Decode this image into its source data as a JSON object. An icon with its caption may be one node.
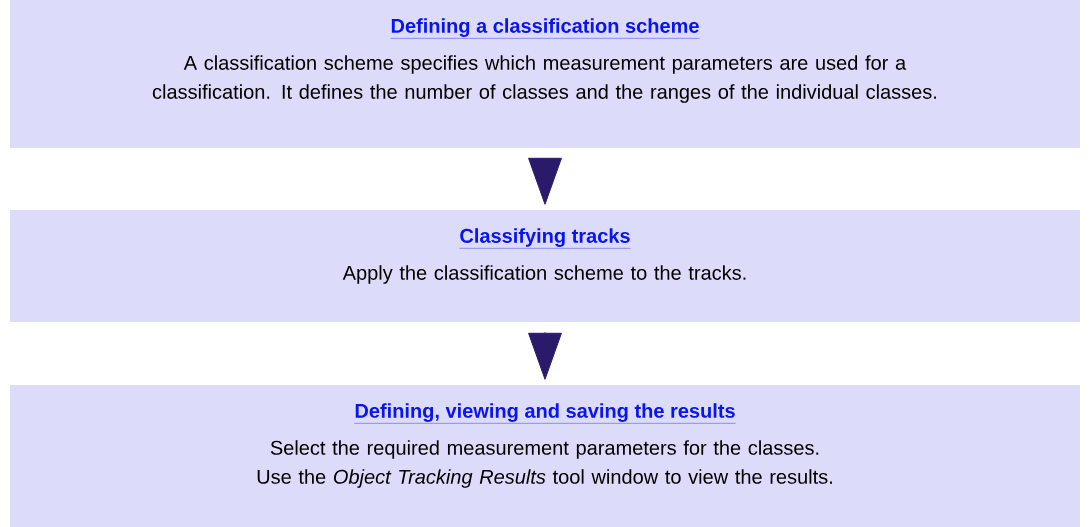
{
  "diagram": {
    "nodes": [
      {
        "text": [
          "Defining a classification scheme",
          "A classification scheme specifies which measurement parameters are used for a classification. It defines the number of classes and the ranges of the individual classes."
        ]
      },
      {
        "text": [
          "Classifying tracks",
          "Apply the classification scheme to the tracks."
        ]
      },
      {
        "text": [
          "Defining, viewing and saving the results",
          "Select the required measurement parameters for the classes. Use the *Object Tracking Results* tool window to view the results."
        ]
      }
    ],
    "edges": [
      {
        "from": 0,
        "to": 1,
        "arrow": "to"
      },
      {
        "from": 1,
        "to": 2,
        "arrow": "to"
      }
    ]
  }
}
